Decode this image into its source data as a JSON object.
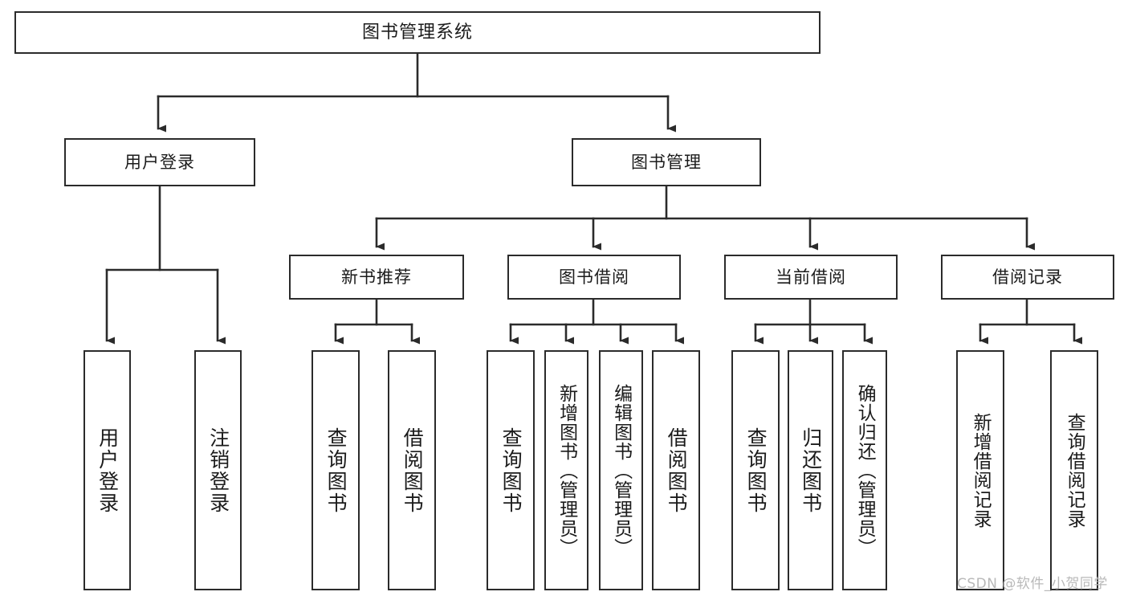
{
  "diagram": {
    "title": "图书管理系统",
    "watermark": "CSDN @软件_小贺同学",
    "line_color": "#2b2b2b",
    "box_border_color": "#2b2b2b",
    "box_fill_color": "#ffffff",
    "background_color": "#ffffff",
    "text_color": "#1b1b1b"
  },
  "nodes": {
    "root": {
      "label": "图书管理系统"
    },
    "level2": [
      {
        "id": "user-login",
        "label": "用户登录"
      },
      {
        "id": "book-management",
        "label": "图书管理"
      }
    ],
    "level3": [
      {
        "id": "new-book-recommend",
        "label": "新书推荐"
      },
      {
        "id": "book-borrow",
        "label": "图书借阅"
      },
      {
        "id": "current-borrow",
        "label": "当前借阅"
      },
      {
        "id": "borrow-record",
        "label": "借阅记录"
      }
    ],
    "leaves": {
      "user_login": [
        {
          "id": "leaf-user-login",
          "label": "用户登录"
        },
        {
          "id": "leaf-user-logout",
          "label": "注销登录"
        }
      ],
      "new_book_recommend": [
        {
          "id": "leaf-query-book-1",
          "label": "查询图书"
        },
        {
          "id": "leaf-borrow-book-1",
          "label": "借阅图书"
        }
      ],
      "book_borrow": [
        {
          "id": "leaf-query-book-2",
          "label": "查询图书"
        },
        {
          "id": "leaf-add-book-admin",
          "label": "新增图书（管理员）"
        },
        {
          "id": "leaf-edit-book-admin",
          "label": "编辑图书（管理员）"
        },
        {
          "id": "leaf-borrow-book-2",
          "label": "借阅图书"
        }
      ],
      "current_borrow": [
        {
          "id": "leaf-query-book-3",
          "label": "查询图书"
        },
        {
          "id": "leaf-return-book",
          "label": "归还图书"
        },
        {
          "id": "leaf-confirm-return-admin",
          "label": "确认归还（管理员）"
        }
      ],
      "borrow_record": [
        {
          "id": "leaf-add-borrow-record",
          "label": "新增借阅记录"
        },
        {
          "id": "leaf-query-borrow-record",
          "label": "查询借阅记录"
        }
      ]
    }
  },
  "chart_data": {
    "type": "tree-diagram",
    "title": "图书管理系统",
    "orientation": "top-down",
    "levels": 4,
    "tree": {
      "label": "图书管理系统",
      "children": [
        {
          "label": "用户登录",
          "children": [
            {
              "label": "用户登录",
              "children": []
            },
            {
              "label": "注销登录",
              "children": []
            }
          ]
        },
        {
          "label": "图书管理",
          "children": [
            {
              "label": "新书推荐",
              "children": [
                {
                  "label": "查询图书",
                  "children": []
                },
                {
                  "label": "借阅图书",
                  "children": []
                }
              ]
            },
            {
              "label": "图书借阅",
              "children": [
                {
                  "label": "查询图书",
                  "children": []
                },
                {
                  "label": "新增图书（管理员）",
                  "children": []
                },
                {
                  "label": "编辑图书（管理员）",
                  "children": []
                },
                {
                  "label": "借阅图书",
                  "children": []
                }
              ]
            },
            {
              "label": "当前借阅",
              "children": [
                {
                  "label": "查询图书",
                  "children": []
                },
                {
                  "label": "归还图书",
                  "children": []
                },
                {
                  "label": "确认归还（管理员）",
                  "children": []
                }
              ]
            },
            {
              "label": "借阅记录",
              "children": [
                {
                  "label": "新增借阅记录",
                  "children": []
                },
                {
                  "label": "查询借阅记录",
                  "children": []
                }
              ]
            }
          ]
        }
      ]
    }
  }
}
